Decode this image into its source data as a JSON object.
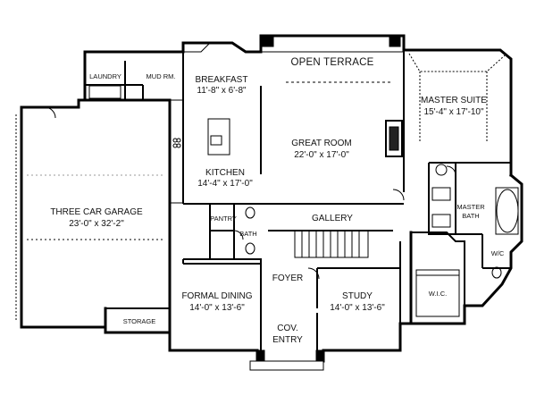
{
  "rooms": {
    "breakfast": {
      "name": "BREAKFAST",
      "dims": "11'-8\" x 6'-8\""
    },
    "open_terrace": {
      "name": "OPEN TERRACE"
    },
    "master_suite": {
      "name": "MASTER SUITE",
      "dims": "15'-4\" x 17'-10\""
    },
    "laundry": {
      "name": "LAUNDRY"
    },
    "mud_room": {
      "name": "MUD RM."
    },
    "great_room": {
      "name": "GREAT ROOM",
      "dims": "22'-0\" x 17'-0\""
    },
    "kitchen": {
      "name": "KITCHEN",
      "dims": "14'-4\" x 17'-0\""
    },
    "garage": {
      "name": "THREE CAR GARAGE",
      "dims": "23'-0\" x 32'-2\""
    },
    "gallery": {
      "name": "GALLERY"
    },
    "pantry": {
      "name": "PANTRY"
    },
    "bath": {
      "name": "BATH"
    },
    "master_bath": {
      "name": "MASTER",
      "name2": "BATH"
    },
    "wc": {
      "name": "W/C"
    },
    "wic": {
      "name": "W.I.C."
    },
    "foyer": {
      "name": "FOYER"
    },
    "formal_dining": {
      "name": "FORMAL DINING",
      "dims": "14'-0\" x 13'-6\""
    },
    "study": {
      "name": "STUDY",
      "dims": "14'-0\" x 13'-6\""
    },
    "storage": {
      "name": "STORAGE"
    },
    "cov_entry": {
      "name": "COV.",
      "name2": "ENTRY"
    }
  }
}
